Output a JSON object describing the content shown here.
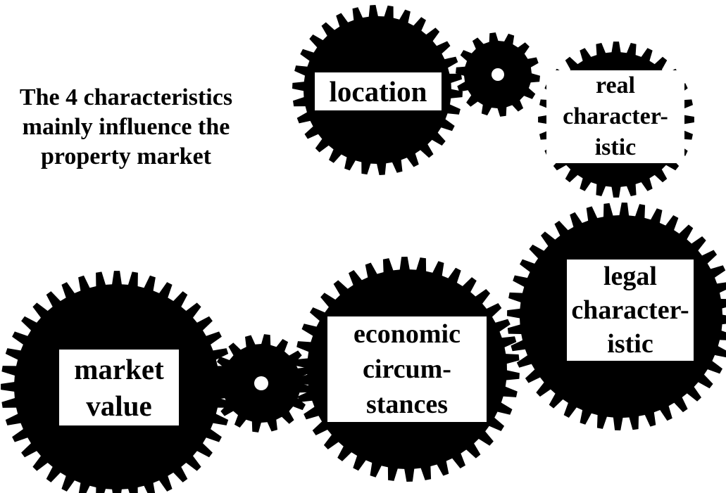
{
  "heading": {
    "line1": "The 4 characteristics",
    "line2": "mainly influence the",
    "line3": "property market"
  },
  "gears": {
    "location": {
      "line1": "location"
    },
    "real_characteristic": {
      "line1": "real",
      "line2": "character-",
      "line3": "istic"
    },
    "legal_characteristic": {
      "line1": "legal",
      "line2": "character-",
      "line3": "istic"
    },
    "economic_circumstances": {
      "line1": "economic",
      "line2": "circum-",
      "line3": "stances"
    },
    "market_value": {
      "line1": "market",
      "line2": "value"
    }
  },
  "colors": {
    "gear": "#000000",
    "background": "#ffffff",
    "label_box": "#ffffff"
  }
}
